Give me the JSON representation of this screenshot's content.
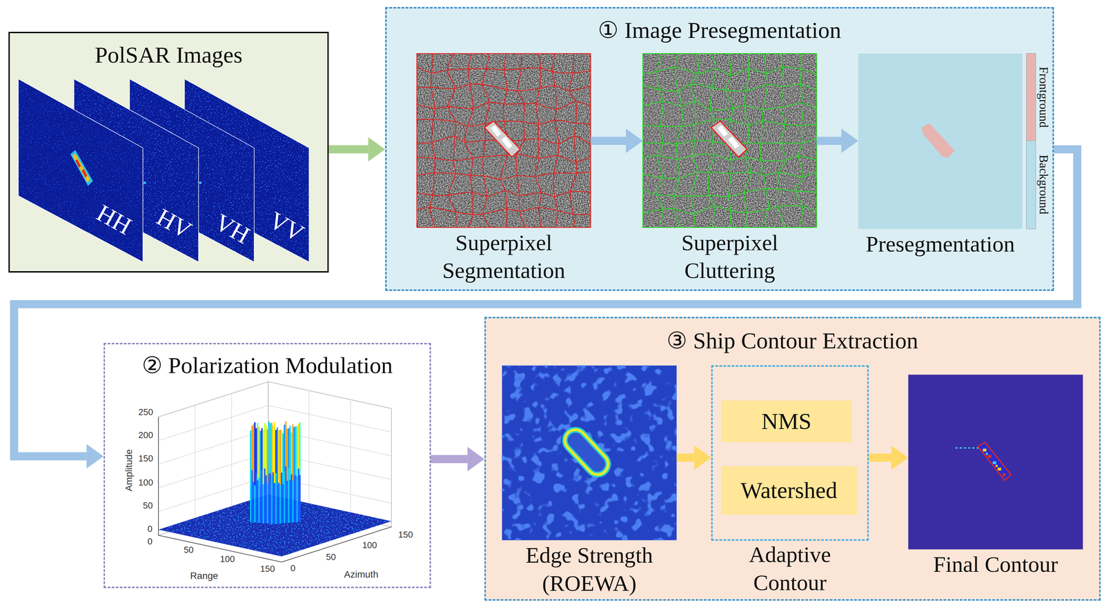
{
  "diagram": {
    "nodes": [
      {
        "text": [
          "PolSAR Images"
        ]
      },
      {
        "text": [
          "① Image Presegmentation"
        ]
      },
      {
        "text": [
          "Superpixel Segmentation"
        ],
        "in": 1
      },
      {
        "text": [
          "Superpixel Cluttering"
        ],
        "in": 1
      },
      {
        "text": [
          "Presegmentation"
        ],
        "in": 1
      },
      {
        "text": [
          "② Polarization Modulation"
        ]
      },
      {
        "text": [
          "③ Ship Contour Extraction"
        ]
      },
      {
        "text": [
          "Edge Strength (ROEWA)"
        ],
        "in": 6
      },
      {
        "text": [
          "Adaptive Contour"
        ],
        "in": 6
      },
      {
        "text": [
          "NMS"
        ],
        "in": 8
      },
      {
        "text": [
          "Watershed"
        ],
        "in": 8
      },
      {
        "text": [
          "Final Contour"
        ],
        "in": 6
      }
    ],
    "edges": [
      {
        "from": 0,
        "to": 1,
        "arrow": "to"
      },
      {
        "from": 2,
        "to": 3,
        "arrow": "to"
      },
      {
        "from": 3,
        "to": 4,
        "arrow": "to"
      },
      {
        "from": 1,
        "to": 5,
        "arrow": "to"
      },
      {
        "from": 5,
        "to": 6,
        "arrow": "to"
      },
      {
        "from": 7,
        "to": 8,
        "arrow": "to"
      },
      {
        "from": 8,
        "to": 11,
        "arrow": "to"
      }
    ],
    "labels": [
      "HH",
      "HV",
      "VH",
      "VV",
      "250",
      "200",
      "150",
      "100",
      "50",
      "0",
      "Amplitude",
      "0",
      "50",
      "100",
      "150",
      "Range",
      "0",
      "50",
      "100",
      "150",
      "Azimuth"
    ],
    "legend": [
      {
        "text": "Frontground",
        "color": "#e8b4b0"
      },
      {
        "text": "Background",
        "color": "#b7dde8"
      }
    ]
  }
}
